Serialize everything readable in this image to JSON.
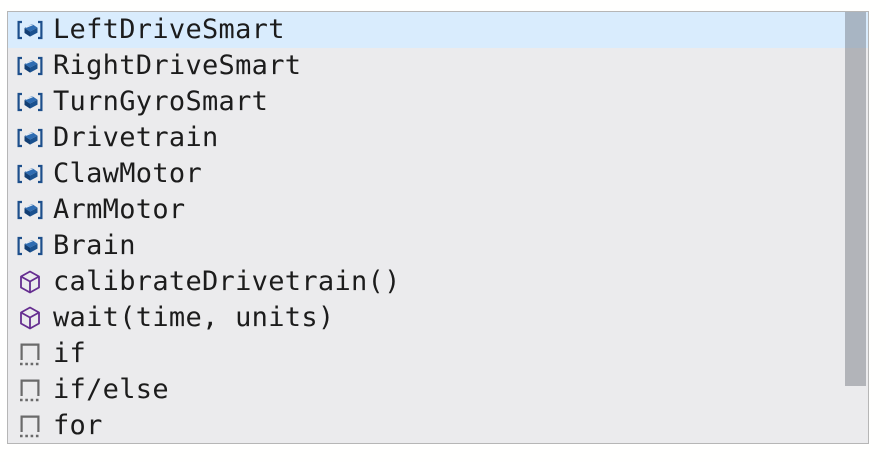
{
  "widget": {
    "selected_index": 0,
    "items": [
      {
        "label": "LeftDriveSmart",
        "kind": "device",
        "icon": "device-brick-icon"
      },
      {
        "label": "RightDriveSmart",
        "kind": "device",
        "icon": "device-brick-icon"
      },
      {
        "label": "TurnGyroSmart",
        "kind": "device",
        "icon": "device-brick-icon"
      },
      {
        "label": "Drivetrain",
        "kind": "device",
        "icon": "device-brick-icon"
      },
      {
        "label": "ClawMotor",
        "kind": "device",
        "icon": "device-brick-icon"
      },
      {
        "label": "ArmMotor",
        "kind": "device",
        "icon": "device-brick-icon"
      },
      {
        "label": "Brain",
        "kind": "device",
        "icon": "device-brick-icon"
      },
      {
        "label": "calibrateDrivetrain()",
        "kind": "function",
        "icon": "function-cube-icon"
      },
      {
        "label": "wait(time, units)",
        "kind": "function",
        "icon": "function-cube-icon"
      },
      {
        "label": "if",
        "kind": "snippet",
        "icon": "snippet-icon"
      },
      {
        "label": "if/else",
        "kind": "snippet",
        "icon": "snippet-icon"
      },
      {
        "label": "for",
        "kind": "snippet",
        "icon": "snippet-icon"
      }
    ]
  },
  "colors": {
    "selected_row_bg": "#d9ecfd",
    "list_bg": "#ebebed",
    "border": "#b6b6b6",
    "text": "#1c1c1c",
    "device_icon_blue": "#1d4f8c",
    "device_brick_top": "#2e6cb2",
    "device_brick_front": "#123e73",
    "device_brick_side": "#1a518f",
    "function_icon_purple": "#652d90",
    "snippet_icon_gray": "#6a6a6a",
    "scrollbar_thumb": "rgba(100,106,115,0.42)"
  }
}
